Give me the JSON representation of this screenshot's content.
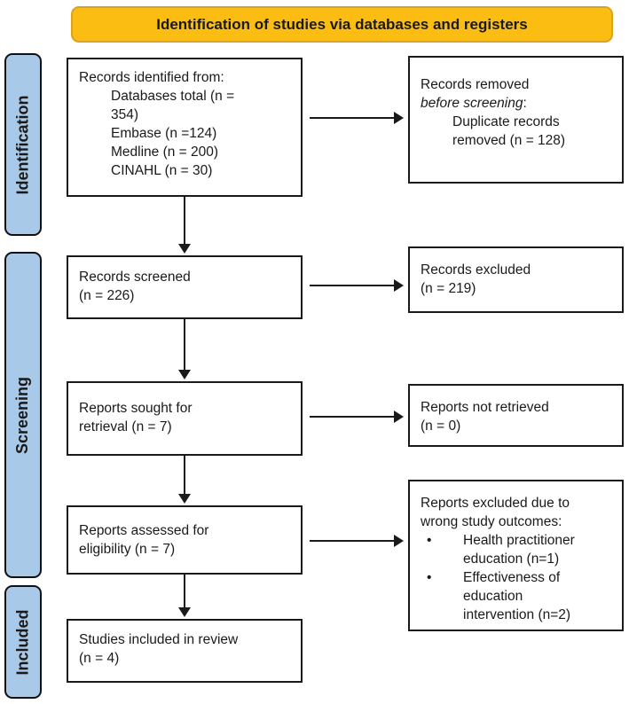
{
  "banner": {
    "title": "Identification of studies via databases and registers"
  },
  "stages": {
    "identification": "Identification",
    "screening": "Screening",
    "included": "Included"
  },
  "bullet_char": "•",
  "colors": {
    "banner_fill": "#FCBD13",
    "banner_border": "#D9A31F",
    "stage_fill": "#A9C9E9",
    "box_border": "#1A1A1A",
    "arrow": "#1A1A1A"
  },
  "flow": {
    "identified": {
      "title": "Records identified from:",
      "items": [
        "Databases total (n =\n354)",
        "Embase (n =124)",
        "Medline (n = 200)",
        "CINAHL (n = 30)"
      ]
    },
    "removed": {
      "line1": "Records removed",
      "line2_italic": "before screening",
      "line2_suffix": ":",
      "detail": "Duplicate records\nremoved (n = 128)"
    },
    "screened": {
      "text": "Records screened\n(n = 226)"
    },
    "excluded": {
      "text": "Records excluded\n(n = 219)"
    },
    "sought": {
      "text": "Reports sought for\nretrieval (n = 7)"
    },
    "not_retrieved": {
      "text": "Reports not retrieved\n(n = 0)"
    },
    "assessed": {
      "text": "Reports assessed for\neligibility (n = 7)"
    },
    "excluded_reports": {
      "title": "Reports excluded due to\nwrong study outcomes:",
      "bullets": [
        "Health practitioner\neducation (n=1)",
        "Effectiveness of\neducation\nintervention (n=2)"
      ]
    },
    "included": {
      "text": "Studies included in review\n(n = 4)"
    }
  }
}
